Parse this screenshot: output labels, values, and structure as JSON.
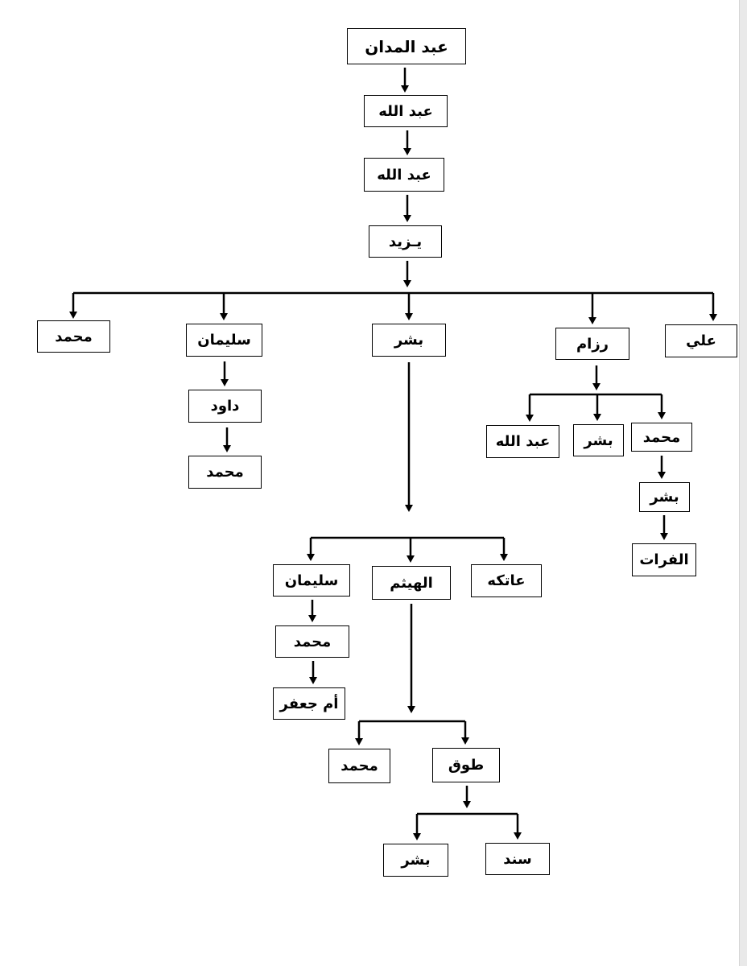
{
  "diagram": {
    "colors": {
      "line": "#000000",
      "box_border": "#000000",
      "background": "#ffffff"
    },
    "nodes": {
      "abd_almadan": "عبد المدان",
      "abdullah_1": "عبد الله",
      "abdullah_2": "عبد الله",
      "yazid": "يـزيد",
      "muhammad_left": "محمد",
      "sulayman": "سليمان",
      "bishr": "بشر",
      "rizam": "رزام",
      "ali": "علي",
      "dawud": "داود",
      "muhammad_dawud": "محمد",
      "rizam_abdullah": "عبد الله",
      "rizam_bishr": "بشر",
      "rizam_muhammad": "محمد",
      "rizam_muhammad_bishr": "بشر",
      "alfurat": "الفرات",
      "bishr_sulayman": "سليمان",
      "alhaytham": "الهيثم",
      "atikah": "عاتكه",
      "sulayman_muhammad": "محمد",
      "umm_jafar": "أم جعفر",
      "haytham_muhammad": "محمد",
      "tawq": "طوق",
      "tawq_bishr": "بشر",
      "sanad": "سند"
    }
  }
}
